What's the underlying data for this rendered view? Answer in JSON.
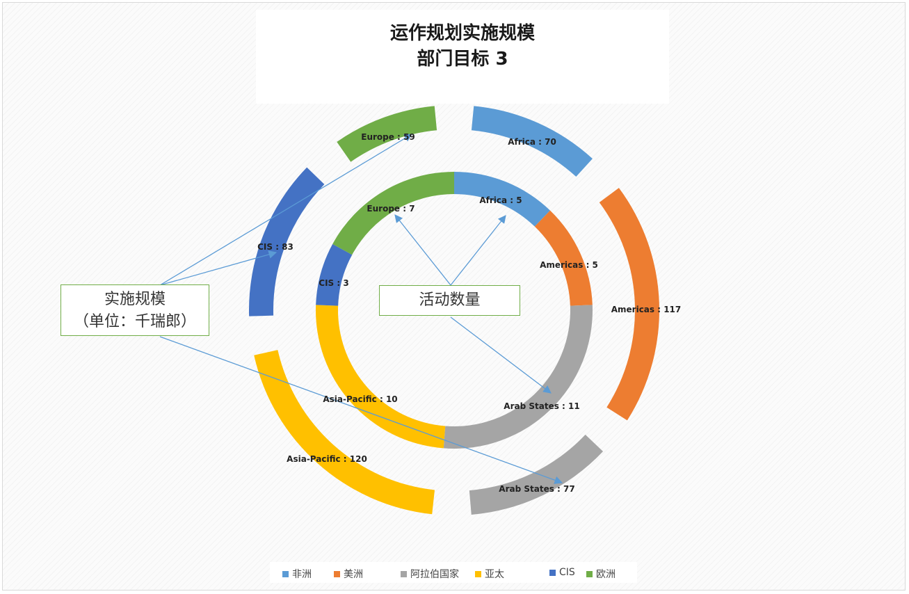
{
  "chart_data": {
    "type": "doughnut",
    "title": "运作规划实施规模",
    "subtitle": "部门目标 3",
    "regions": [
      "非洲",
      "美洲",
      "阿拉伯国家",
      "亚太",
      "CIS",
      "欧洲"
    ],
    "colors": [
      "#5b9bd5",
      "#ed7d31",
      "#a5a5a5",
      "#ffc000",
      "#4472c4",
      "#70ad47"
    ],
    "series": [
      {
        "ring": "outer",
        "labels": [
          "Africa  : 70",
          "Americas : 117",
          "Arab States : 77",
          "Asia-Pacific : 120",
          "CIS : 83",
          "Europe : 59"
        ],
        "values": [
          70,
          117,
          77,
          120,
          83,
          59
        ]
      },
      {
        "ring": "inner",
        "labels": [
          "Africa  : 5",
          "Americas : 5",
          "Arab States : 11",
          "Asia-Pacific : 10",
          "CIS : 3",
          "Europe : 7"
        ],
        "values": [
          5,
          5,
          11,
          10,
          3,
          7
        ]
      }
    ],
    "annotations": {
      "outer": [
        "实施规模",
        "（单位：千瑞郎）"
      ],
      "inner": "活动数量"
    },
    "legend": {
      "position": "bottom",
      "entries": [
        "非洲",
        "美洲",
        "阿拉伯国家",
        "亚太",
        "CIS",
        "欧洲"
      ]
    }
  }
}
